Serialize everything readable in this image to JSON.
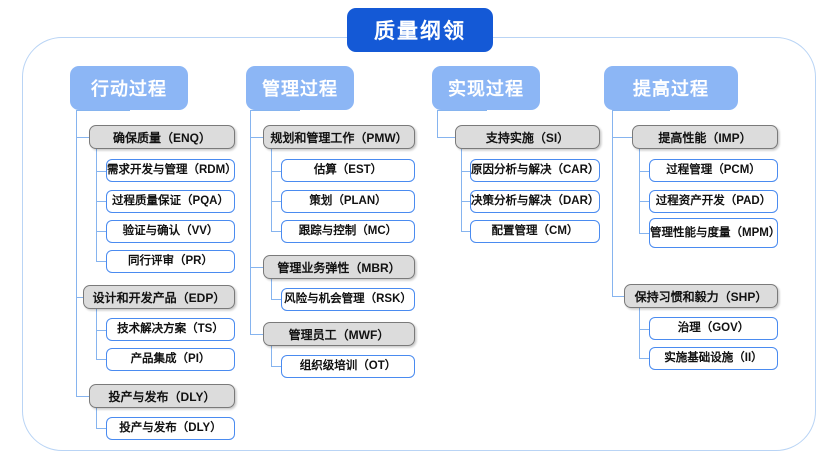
{
  "diagram": {
    "title": "质量纲领",
    "colors": {
      "title_bg": "#1459d6",
      "category_bg": "#8cb6f5",
      "group_bg": "#dcdcdc",
      "group_border": "#7a7a7a",
      "leaf_border": "#4a8bf0",
      "connector": "#86b4ef",
      "frame_border": "#b9d4f5"
    },
    "columns": [
      {
        "label": "行动过程",
        "groups": [
          {
            "label": "确保质量（ENQ）",
            "items": [
              "需求开发与管理（RDM）",
              "过程质量保证（PQA）",
              "验证与确认（VV）",
              "同行评审（PR）"
            ]
          },
          {
            "label": "设计和开发产品（EDP）",
            "items": [
              "技术解决方案（TS）",
              "产品集成（PI）"
            ]
          },
          {
            "label": "投产与发布（DLY）",
            "items": [
              "投产与发布（DLY）"
            ]
          }
        ]
      },
      {
        "label": "管理过程",
        "groups": [
          {
            "label": "规划和管理工作（PMW）",
            "items": [
              "估算（EST）",
              "策划（PLAN）",
              "跟踪与控制（MC）"
            ]
          },
          {
            "label": "管理业务弹性（MBR）",
            "items": [
              "风险与机会管理（RSK）"
            ]
          },
          {
            "label": "管理员工（MWF）",
            "items": [
              "组织级培训（OT）"
            ]
          }
        ]
      },
      {
        "label": "实现过程",
        "groups": [
          {
            "label": "支持实施（SI）",
            "items": [
              "原因分析与解决（CAR）",
              "决策分析与解决（DAR）",
              "配置管理（CM）"
            ]
          }
        ]
      },
      {
        "label": "提高过程",
        "groups": [
          {
            "label": "提高性能（IMP）",
            "items": [
              "过程管理（PCM）",
              "过程资产开发（PAD）",
              "管理性能与度量（MPM）"
            ]
          },
          {
            "label": "保持习惯和毅力（SHP）",
            "items": [
              "治理（GOV）",
              "实施基础设施（II）"
            ]
          }
        ]
      }
    ]
  }
}
